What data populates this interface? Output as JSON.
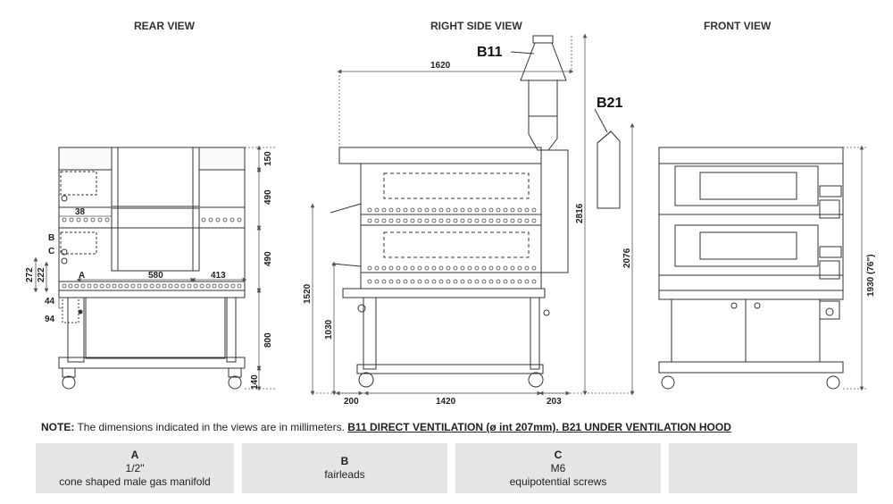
{
  "views": {
    "rear": {
      "title": "REAR VIEW"
    },
    "side": {
      "title": "RIGHT SIDE VIEW"
    },
    "front": {
      "title": "FRONT VIEW"
    }
  },
  "callouts": {
    "b11": "B11",
    "b21": "B21"
  },
  "dimensions": {
    "rear_150": "150",
    "rear_490_top": "490",
    "rear_490_bottom": "490",
    "rear_800": "800",
    "rear_140": "140",
    "rear_38": "38",
    "rear_580": "580",
    "rear_413": "413",
    "rear_272": "272",
    "rear_222": "222",
    "rear_44": "44",
    "rear_94": "94",
    "side_1620": "1620",
    "side_2816": "2816",
    "side_2076": "2076",
    "side_1520": "1520",
    "side_1030": "1030",
    "side_200": "200",
    "side_1420": "1420",
    "side_203": "203",
    "front_1930": "1930 (76\")"
  },
  "labels": {
    "a": "A",
    "b": "B",
    "c": "C"
  },
  "note": {
    "prefix": "NOTE:",
    "text": " The dimensions indicated in the views are in millimeters. ",
    "emphasis": "B11 DIRECT VENTILATION (ø int 207mm). B21 UNDER VENTILATION HOOD"
  },
  "legend": [
    {
      "key": "A",
      "line1": "1/2\"",
      "line2": "cone shaped male gas manifold"
    },
    {
      "key": "B",
      "line1": "",
      "line2": "fairleads"
    },
    {
      "key": "C",
      "line1": "M6",
      "line2": "equipotential screws"
    },
    {
      "key": "",
      "line1": "",
      "line2": ""
    }
  ],
  "colors": {
    "line": "#333333",
    "dim": "#555555",
    "panel": "#e5e5e5"
  }
}
